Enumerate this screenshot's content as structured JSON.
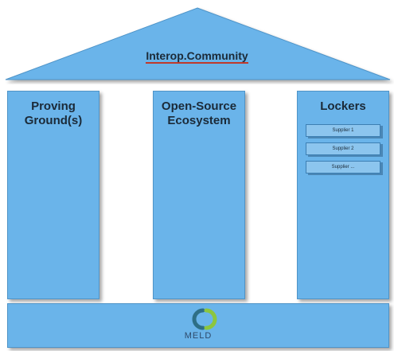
{
  "roof": {
    "title": "Interop.Community"
  },
  "pillars": [
    {
      "title_line1": "Proving",
      "title_line2": "Ground(s)"
    },
    {
      "title_line1": "Open-Source",
      "title_line2": "Ecosystem"
    },
    {
      "title_line1": "Lockers",
      "title_line2": ""
    }
  ],
  "lockers": [
    "Supplier 1",
    "Supplier 2",
    "Supplier ..."
  ],
  "base": {
    "logo_text": "MELD"
  },
  "colors": {
    "fill": "#6ab4ea",
    "text": "#1b2a38",
    "underline": "#c0392b"
  }
}
